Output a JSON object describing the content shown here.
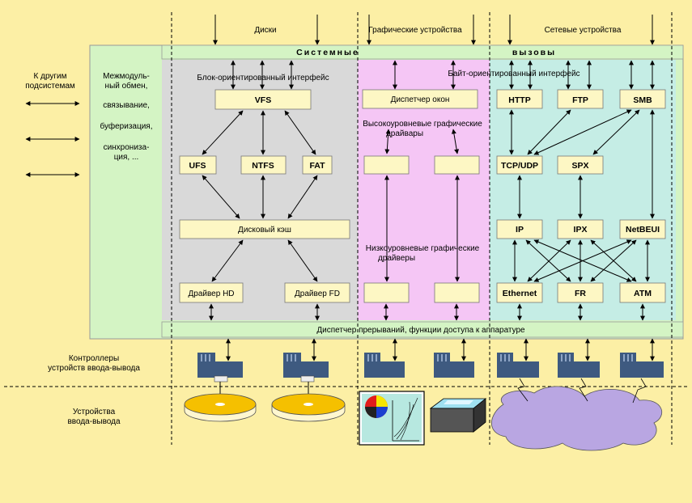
{
  "top_labels": {
    "disks": "Диски",
    "graphics": "Графические устройства",
    "network": "Сетевые устройства"
  },
  "syscalls": {
    "left": "Системные",
    "right": "вызовы"
  },
  "left_side": {
    "other_subsystems": [
      "К другим",
      "подсистемам"
    ],
    "functions": [
      "Межмодуль-",
      "ный обмен,",
      "связывание,",
      "буферизация,",
      "синхрониза-",
      "ция, ..."
    ]
  },
  "interfaces": {
    "block": "Блок-ориентированный интерфейс",
    "byte": "Байт-ориентированный интерфейс"
  },
  "disk": {
    "vfs": "VFS",
    "ufs": "UFS",
    "ntfs": "NTFS",
    "fat": "FAT",
    "cache": "Дисковый кэш",
    "hd": "Драйвер HD",
    "fd": "Драйвер FD"
  },
  "graphics": {
    "window_manager": "Диспетчер окон",
    "high_level": [
      "Высокоуровневые графические",
      "драйвары"
    ],
    "low_level": [
      "Низкоуровневые графические",
      "драйверы"
    ]
  },
  "network": {
    "http": "HTTP",
    "ftp": "FTP",
    "smb": "SMB",
    "tcpudp": "TCP/UDP",
    "spx": "SPX",
    "ip": "IP",
    "ipx": "IPX",
    "netbeui": "NetBEUI",
    "ethernet": "Ethernet",
    "fr": "FR",
    "atm": "ATM"
  },
  "interrupt": "Диспетчер прерываний, функции доступа к аппаратуре",
  "controllers": [
    "Контроллеры",
    "устройств ввода-вывода"
  ],
  "devices": [
    "Устройства",
    "ввода-вывода"
  ],
  "colors": {
    "background": "#fcefa5",
    "green": "#d4f4c4",
    "gray": "#d9d9d9",
    "pink": "#f5c6f5",
    "cyan": "#c5ede5",
    "box": "#fdf7c4",
    "disk": "#f5c000",
    "cloud": "#b9a6e2",
    "controller": "#3e5a80"
  }
}
